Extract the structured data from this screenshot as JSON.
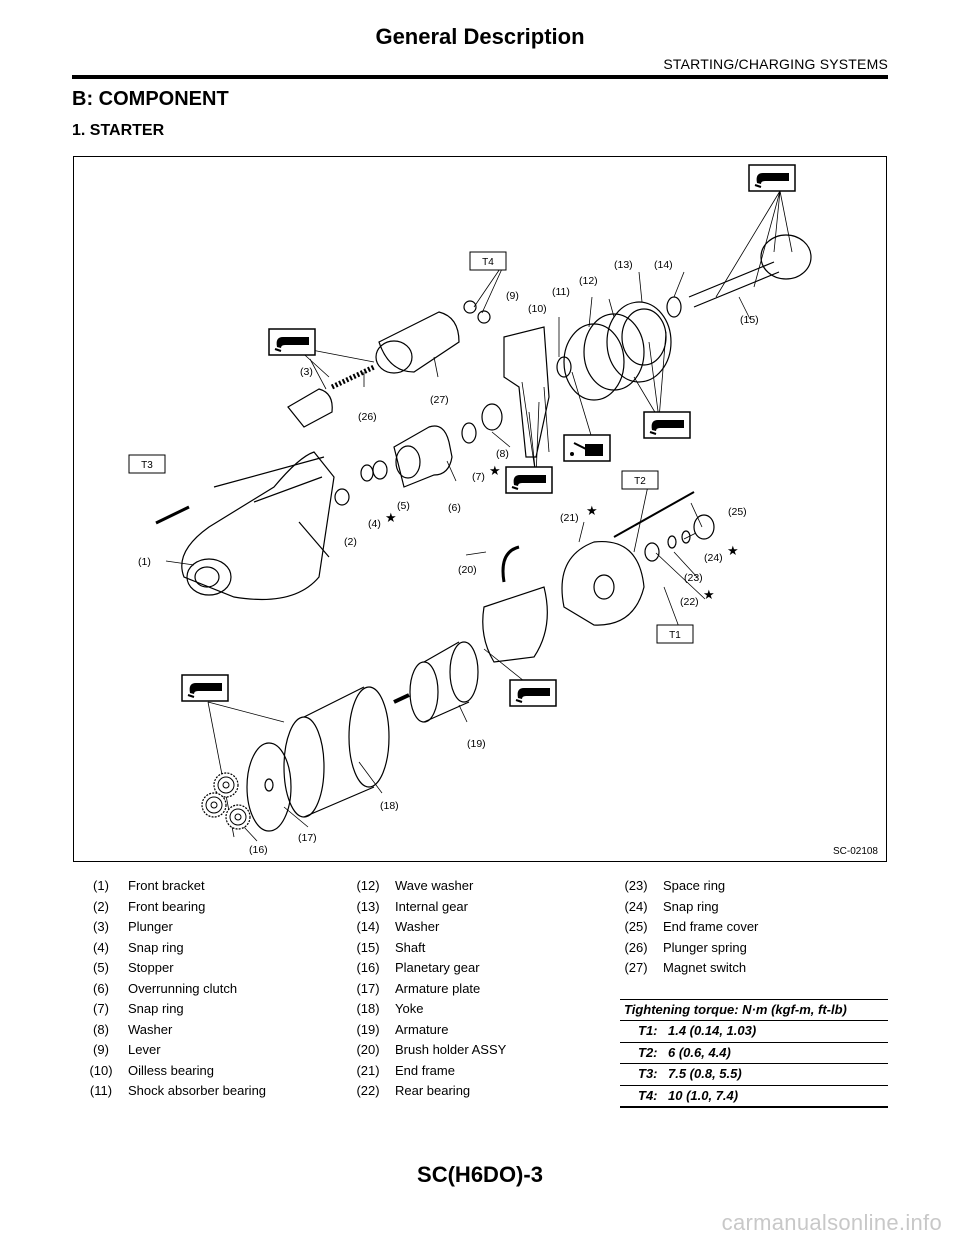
{
  "header": {
    "title": "General Description",
    "subtitle": "STARTING/CHARGING SYSTEMS"
  },
  "section": {
    "title": "B:  COMPONENT",
    "subtitle": "1.  STARTER"
  },
  "figure": {
    "code": "SC-02108",
    "labels": {
      "p1": "(1)",
      "p2": "(2)",
      "p3": "(3)",
      "p4": "(4)",
      "p5": "(5)",
      "p6": "(6)",
      "p7": "(7)",
      "p8": "(8)",
      "p9": "(9)",
      "p10": "(10)",
      "p11": "(11)",
      "p12": "(12)",
      "p13": "(13)",
      "p14": "(14)",
      "p15": "(15)",
      "p16": "(16)",
      "p17": "(17)",
      "p18": "(18)",
      "p19": "(19)",
      "p20": "(20)",
      "p21": "(21)",
      "p22": "(22)",
      "p23": "(23)",
      "p24": "(24)",
      "p25": "(25)",
      "p26": "(26)",
      "p27": "(27)"
    },
    "torque_tags": {
      "t1": "T1",
      "t2": "T2",
      "t3": "T3",
      "t4": "T4"
    },
    "star_symbol": "★",
    "grease_icon_name": "grease-icon",
    "oil_icon_name": "oil-can-icon"
  },
  "parts": {
    "col1": [
      {
        "num": "(1)",
        "name": "Front bracket"
      },
      {
        "num": "(2)",
        "name": "Front bearing"
      },
      {
        "num": "(3)",
        "name": "Plunger"
      },
      {
        "num": "(4)",
        "name": "Snap ring"
      },
      {
        "num": "(5)",
        "name": "Stopper"
      },
      {
        "num": "(6)",
        "name": "Overrunning clutch"
      },
      {
        "num": "(7)",
        "name": "Snap ring"
      },
      {
        "num": "(8)",
        "name": "Washer"
      },
      {
        "num": "(9)",
        "name": "Lever"
      },
      {
        "num": "(10)",
        "name": "Oilless bearing"
      },
      {
        "num": "(11)",
        "name": "Shock absorber bearing"
      }
    ],
    "col2": [
      {
        "num": "(12)",
        "name": "Wave washer"
      },
      {
        "num": "(13)",
        "name": "Internal gear"
      },
      {
        "num": "(14)",
        "name": "Washer"
      },
      {
        "num": "(15)",
        "name": "Shaft"
      },
      {
        "num": "(16)",
        "name": "Planetary gear"
      },
      {
        "num": "(17)",
        "name": "Armature plate"
      },
      {
        "num": "(18)",
        "name": "Yoke"
      },
      {
        "num": "(19)",
        "name": "Armature"
      },
      {
        "num": "(20)",
        "name": "Brush holder ASSY"
      },
      {
        "num": "(21)",
        "name": "End frame"
      },
      {
        "num": "(22)",
        "name": "Rear bearing"
      }
    ],
    "col3": [
      {
        "num": "(23)",
        "name": "Space ring"
      },
      {
        "num": "(24)",
        "name": "Snap ring"
      },
      {
        "num": "(25)",
        "name": "End frame cover"
      },
      {
        "num": "(26)",
        "name": "Plunger spring"
      },
      {
        "num": "(27)",
        "name": "Magnet switch"
      }
    ]
  },
  "torque": {
    "heading": "Tightening torque: N·m (kgf-m, ft-lb)",
    "rows": [
      {
        "key": "T1:",
        "value": "1.4 (0.14, 1.03)"
      },
      {
        "key": "T2:",
        "value": "6 (0.6, 4.4)"
      },
      {
        "key": "T3:",
        "value": "7.5 (0.8, 5.5)"
      },
      {
        "key": "T4:",
        "value": "10 (1.0, 7.4)"
      }
    ]
  },
  "footer": {
    "page_id": "SC(H6DO)-3",
    "watermark": "carmanualsonline.info"
  }
}
